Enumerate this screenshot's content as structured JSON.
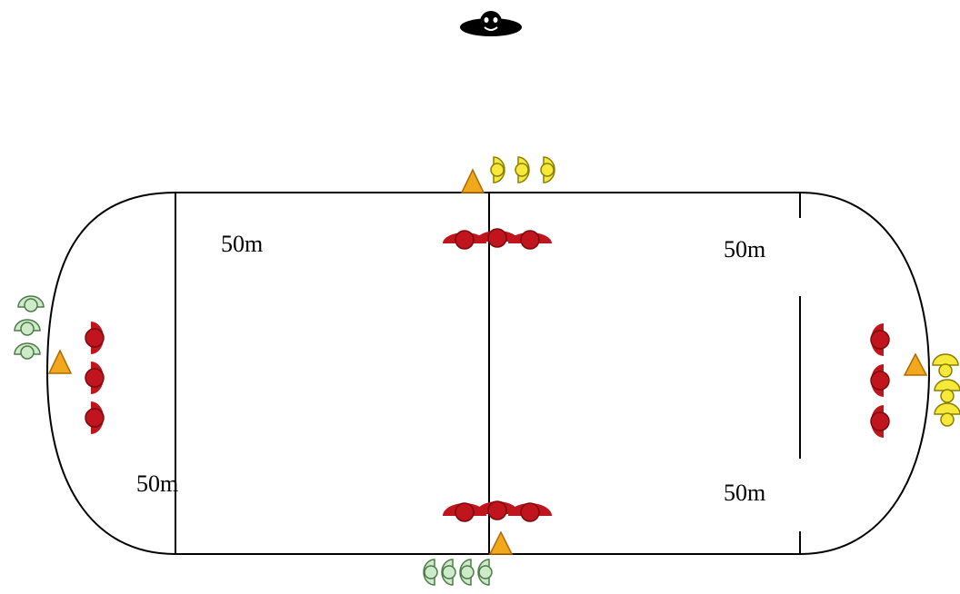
{
  "diagram": {
    "labels": {
      "top_left": "50m",
      "top_right": "50m",
      "bottom_left": "50m",
      "bottom_right": "50m"
    },
    "colors": {
      "track_line": "#000000",
      "student_red": "#c0151c",
      "student_yellow": "#f7e93a",
      "student_green": "#cdebc9",
      "cone_fill": "#f2a81d",
      "cone_edge": "#b06a00",
      "teacher": "#000000"
    },
    "figures": {
      "teacher": "teacher-icon",
      "cone": "cone-icon",
      "student": "student-icon"
    },
    "groups": {
      "red_top": {
        "color": "red",
        "count": 3,
        "facing": "up"
      },
      "red_bottom": {
        "color": "red",
        "count": 3,
        "facing": "up"
      },
      "red_left": {
        "color": "red",
        "count": 3,
        "facing": "right"
      },
      "red_right": {
        "color": "red",
        "count": 3,
        "facing": "left"
      },
      "yellow_top": {
        "color": "yellow",
        "count": 3
      },
      "yellow_right": {
        "color": "yellow",
        "count": 3
      },
      "green_left": {
        "color": "green",
        "count": 3
      },
      "green_bottom": {
        "color": "green",
        "count": 4
      }
    }
  }
}
